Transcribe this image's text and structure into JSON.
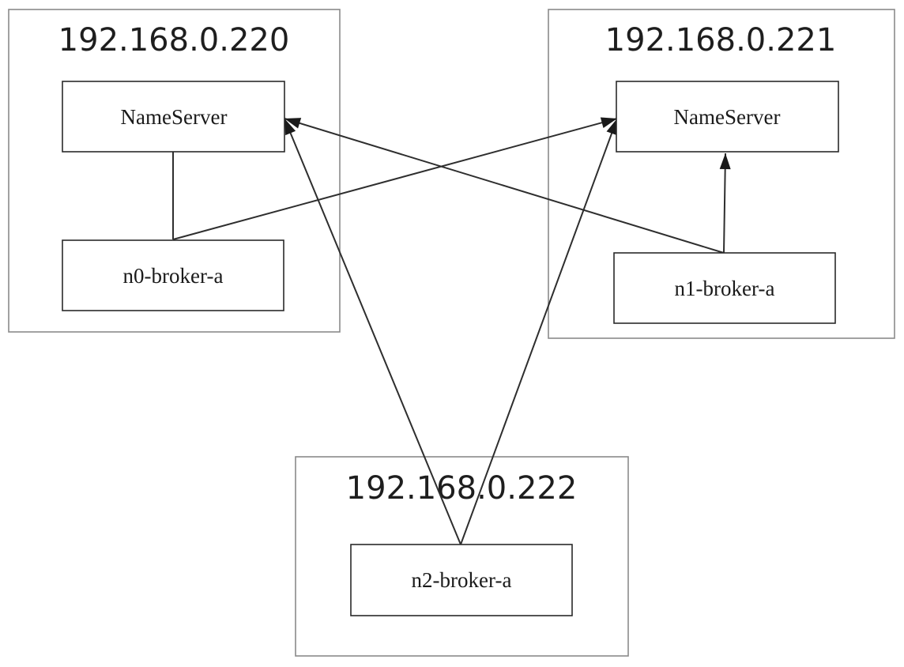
{
  "hosts": [
    {
      "id": "host-220",
      "label": "192.168.0.220"
    },
    {
      "id": "host-221",
      "label": "192.168.0.221"
    },
    {
      "id": "host-222",
      "label": "192.168.0.222"
    }
  ],
  "nodes": [
    {
      "id": "ns-220",
      "label": "NameServer",
      "host": "host-220"
    },
    {
      "id": "broker-n0",
      "label": "n0-broker-a",
      "host": "host-220"
    },
    {
      "id": "ns-221",
      "label": "NameServer",
      "host": "host-221"
    },
    {
      "id": "broker-n1",
      "label": "n1-broker-a",
      "host": "host-221"
    },
    {
      "id": "broker-n2",
      "label": "n2-broker-a",
      "host": "host-222"
    }
  ],
  "edges": [
    {
      "from": "broker-n0",
      "to": "ns-220",
      "arrow": false
    },
    {
      "from": "broker-n0",
      "to": "ns-221",
      "arrow": true
    },
    {
      "from": "broker-n1",
      "to": "ns-220",
      "arrow": true
    },
    {
      "from": "broker-n1",
      "to": "ns-221",
      "arrow": true
    },
    {
      "from": "broker-n2",
      "to": "ns-220",
      "arrow": true
    },
    {
      "from": "broker-n2",
      "to": "ns-221",
      "arrow": true
    }
  ],
  "colors": {
    "line": "#2e2e2e",
    "host_border": "#8a8a8a",
    "node_border": "#2a2a2a"
  }
}
